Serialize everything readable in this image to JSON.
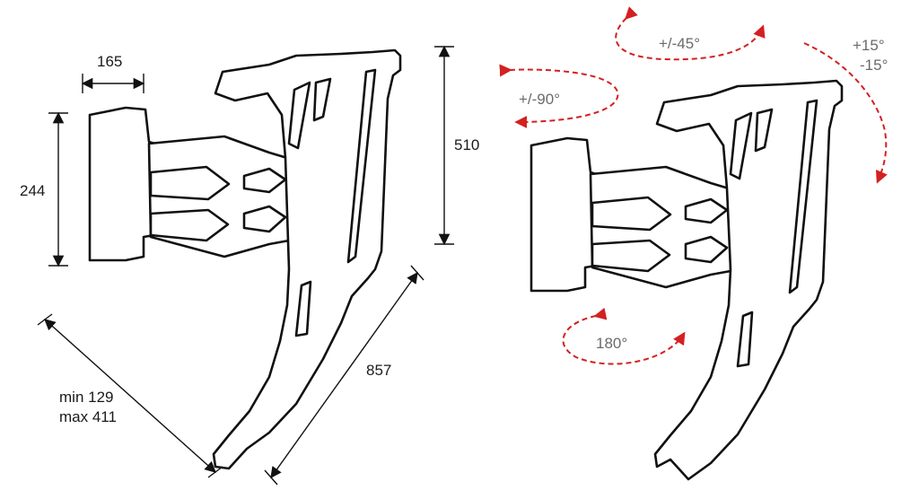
{
  "dimensions": {
    "arm_width": "165",
    "plate_height": "244",
    "bracket_height": "510",
    "arm_length": "857",
    "depth_min": "min 129",
    "depth_max": "max 411"
  },
  "rotations": {
    "swivel": "+/-90°",
    "rotate_plane": "+/-45°",
    "tilt_up": "+15°",
    "tilt_down": "-15°",
    "spin": "180°"
  },
  "colors": {
    "outline": "#111111",
    "rotation_arrow": "#d42020",
    "rotation_text": "#6a6a6a"
  }
}
